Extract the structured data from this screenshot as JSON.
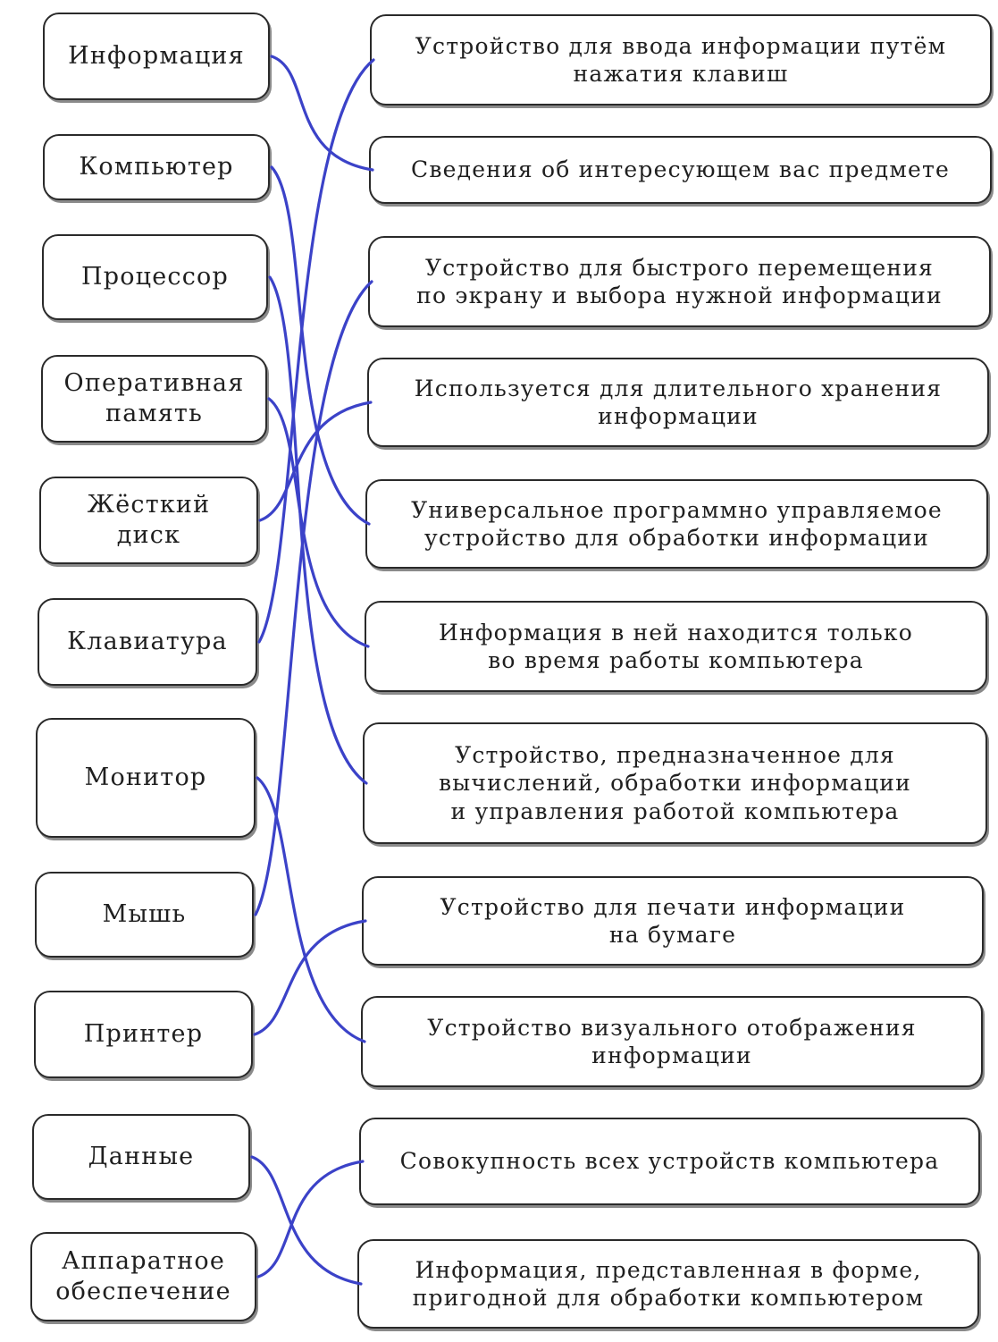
{
  "terms": [
    "Информация",
    "Компьютер",
    "Процессор",
    "Оперативная\nпамять",
    "Жёсткий\nдиск",
    "Клавиатура",
    "Монитор",
    "Мышь",
    "Принтер",
    "Данные",
    "Аппаратное\nобеспечение"
  ],
  "definitions": [
    "Устройство для ввода информации путём\nнажатия клавиш",
    "Сведения об интересующем вас предмете",
    "Устройство для быстрого перемещения\nпо экрану и выбора нужной информации",
    "Используется для длительного хранения\nинформации",
    "Универсальное программно управляемое\nустройство для обработки информации",
    "Информация в ней находится только\nво время работы компьютера",
    "Устройство, предназначенное для\nвычислений, обработки информации\nи управления работой компьютера",
    "Устройство для печати информации\nна бумаге",
    "Устройство визуального отображения\nинформации",
    "Совокупность всех устройств компьютера",
    "Информация, представленная в форме,\nпригодной для обработки компьютером"
  ],
  "matches": [
    {
      "term": 0,
      "def": 1
    },
    {
      "term": 1,
      "def": 4
    },
    {
      "term": 2,
      "def": 6
    },
    {
      "term": 3,
      "def": 5
    },
    {
      "term": 4,
      "def": 3
    },
    {
      "term": 5,
      "def": 0
    },
    {
      "term": 6,
      "def": 8
    },
    {
      "term": 7,
      "def": 2
    },
    {
      "term": 8,
      "def": 7
    },
    {
      "term": 9,
      "def": 10
    },
    {
      "term": 10,
      "def": 9
    }
  ],
  "line_color": "#3b42c8"
}
